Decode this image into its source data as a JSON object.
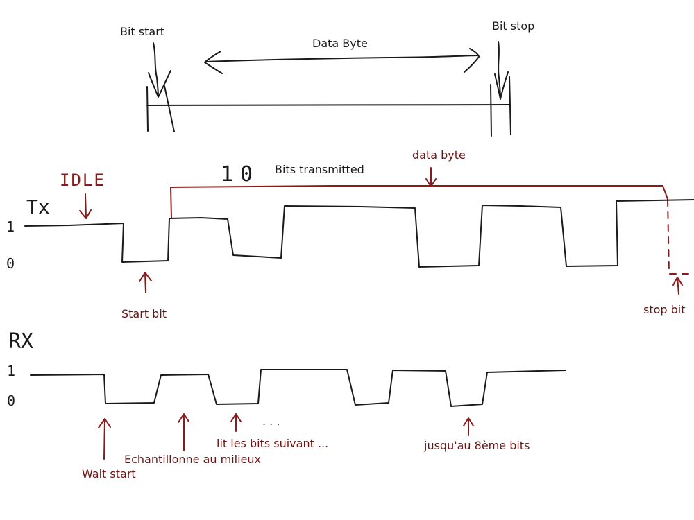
{
  "top_frame": {
    "bit_start": "Bit start",
    "data_byte": "Data Byte",
    "bit_stop": "Bit stop"
  },
  "tx": {
    "signal_name": "Tx",
    "idle": "IDLE",
    "level_high": "1",
    "level_low": "0",
    "count_digits": "10",
    "count_text": "Bits transmitted",
    "data_byte": "data byte",
    "start_bit": "Start bit",
    "stop_bit": "stop bit"
  },
  "rx": {
    "signal_name": "RX",
    "level_high": "1",
    "level_low": "0",
    "wait_start": "Wait start",
    "sample_middle": "Echantillonne au milieux",
    "read_next": "lit les bits suivant ...",
    "ellipsis": ". . .",
    "until_8th": "jusqu'au 8ème bits"
  },
  "colors": {
    "ink": "#1a1a1a",
    "annotation": "#8b1a1a"
  }
}
